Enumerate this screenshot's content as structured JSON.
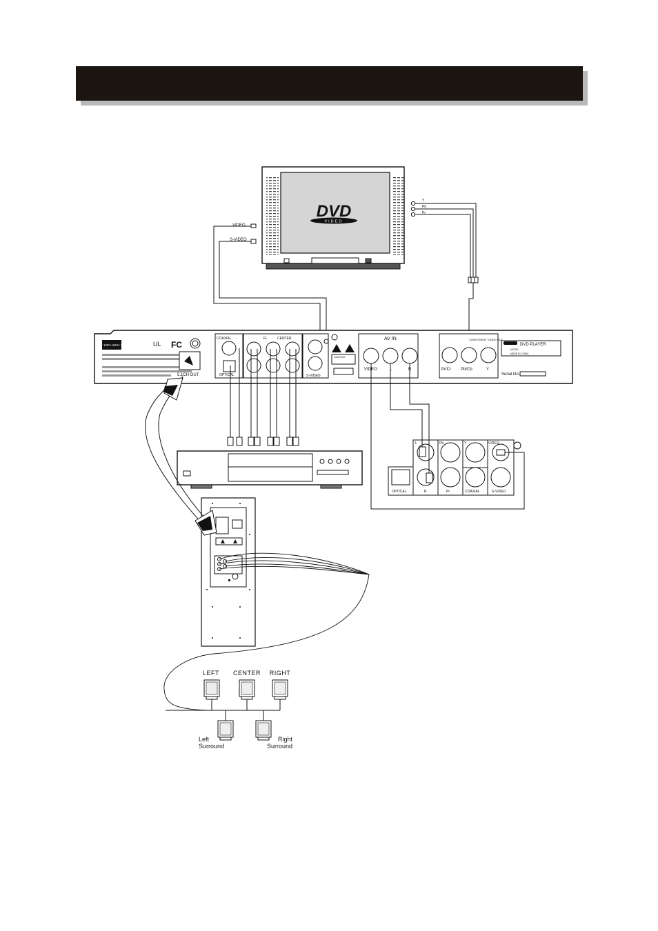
{
  "header": {
    "title": ""
  },
  "tv": {
    "screen_logo_main": "DVD",
    "screen_logo_sub": "VIDEO",
    "jack_video": "VIDEO",
    "jack_svideo": "S-VIDEO",
    "jack_y": "Y",
    "jack_pb": "Pb",
    "jack_pr": "Pr"
  },
  "dvd_player": {
    "power_rating": "120V~60Hz 25W",
    "coaxial_label": "COAXIAL",
    "optical_label": "OPTICAL",
    "fl_label": "FL",
    "center_label": "CENTER",
    "svideo_label": "S-VIDEO",
    "sch_out_label": "5.1CH OUT",
    "caution_label": "CAUTION",
    "av_in_label": "AV IN",
    "av_video": "VIDEO",
    "av_l": "L",
    "av_r": "R",
    "component_label": "COMPONENT VIDEO OUT",
    "comp_pr": "Pr/Cr",
    "comp_pb": "Pb/Cb",
    "comp_y": "Y",
    "brand": "DVD PLAYER",
    "model_label": "MODEL",
    "made_in": "MADE IN CHINA",
    "serial_label": "Serial No."
  },
  "amplifier": {
    "optical_label": "OPTICAL",
    "l_label": "L",
    "r_label": "R",
    "pb_label": "Pb",
    "pr_label": "Pr",
    "y_label": "Y",
    "coaxial_label": "COAXIAL",
    "video_label": "VIDEO",
    "svideo_label": "S-VIDEO"
  },
  "speakers": {
    "left": "LEFT",
    "center": "CENTER",
    "right": "RIGHT",
    "left_surround_1": "Left",
    "left_surround_2": "Surround",
    "right_surround_1": "Right",
    "right_surround_2": "Surround"
  }
}
